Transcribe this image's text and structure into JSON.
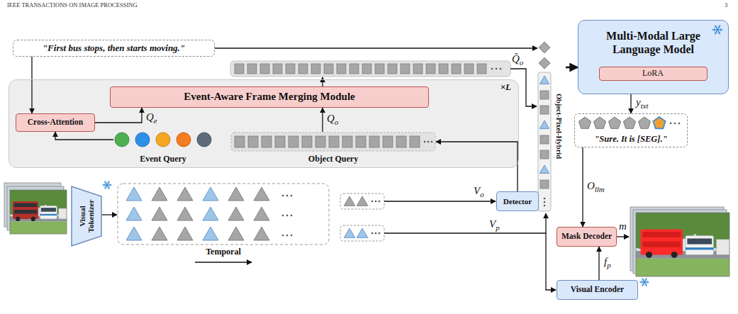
{
  "diagram": {
    "nodes": [
      {
        "text": [
          "\"First bus stops, then starts moving.\""
        ]
      },
      {
        "text": [
          "×L"
        ]
      },
      {
        "text": [
          "Event-Aware Frame Merging Module"
        ],
        "in": 1
      },
      {
        "text": [
          "Cross-Attention"
        ],
        "in": 1
      },
      {
        "text": [
          "Event Query"
        ],
        "in": 1
      },
      {
        "text": [
          "Object Query"
        ],
        "in": 1
      },
      {
        "text": [
          "Object-Pixel-Hybrid"
        ]
      },
      {
        "text": [
          "Multi-Modal Large Language Model"
        ]
      },
      {
        "text": [
          "LoRA"
        ],
        "in": 7
      },
      {
        "text": [
          "\"Sure. It is [SEG].\""
        ]
      },
      {
        "text": [
          "Visual Tokenizer"
        ]
      },
      {
        "text": [
          "Temporal"
        ]
      },
      {
        "text": [
          "Detector"
        ]
      },
      {
        "text": [
          "Mask Decoder"
        ]
      },
      {
        "text": [
          "Visual Encoder"
        ]
      }
    ],
    "edges": [
      {
        "from": 0,
        "to": 3,
        "arrow": "to"
      },
      {
        "from": 4,
        "to": 3,
        "arrow": "to"
      },
      {
        "from": 3,
        "to": 2,
        "label": "Qe",
        "arrow": "to"
      },
      {
        "from": 5,
        "to": 2,
        "label": "Qo",
        "arrow": "to"
      },
      {
        "from": 12,
        "to": 5,
        "arrow": "to"
      },
      {
        "from": 0,
        "to": 6,
        "arrow": "to"
      },
      {
        "from": 6,
        "to": 7,
        "arrow": "to"
      },
      {
        "from": 7,
        "to": 9,
        "label": "ytxt",
        "arrow": "to"
      },
      {
        "from": 9,
        "to": 13,
        "label": "Ollm",
        "arrow": "to"
      },
      {
        "from": 14,
        "to": 13,
        "label": "fp",
        "arrow": "to"
      },
      {
        "from": 10,
        "to": 11,
        "arrow": "to"
      }
    ],
    "labels": [
      "IEEE TRANSACTIONS ON IMAGE PROCESSING",
      "3",
      "Q̂o",
      "Vo",
      "Vp",
      "m"
    ]
  }
}
